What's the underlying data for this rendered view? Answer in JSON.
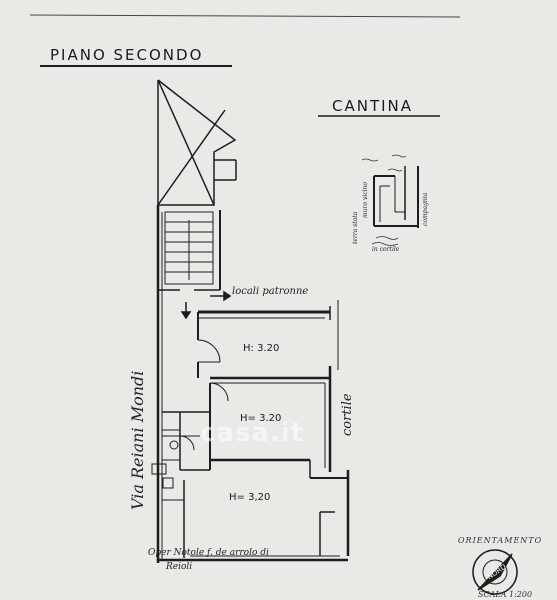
{
  "title_main": "PIANO SECONDO",
  "title_cellar": "CANTINA",
  "street_label": "Via Reiani Mondi",
  "common_area_label": "locali patronne",
  "courtyard_label": "cortile",
  "rooms": [
    {
      "label": "H: 3.20"
    },
    {
      "label": "H= 3.20"
    },
    {
      "label": "H= 3,20"
    }
  ],
  "footer_note_1": "Oper Notole f. de arrolo di",
  "footer_note_2": "Reioli",
  "orientation_label": "ORIENTAMENTO",
  "scale_label": "SCALA 1:200",
  "compass_label": "NORD",
  "watermark": "casa.it",
  "cellar_notes": [
    "terra stata",
    "muro vicino",
    "compagnia",
    "in cortile"
  ],
  "colors": {
    "paper": "#e9e9e6",
    "ink": "#1d1d1d"
  }
}
